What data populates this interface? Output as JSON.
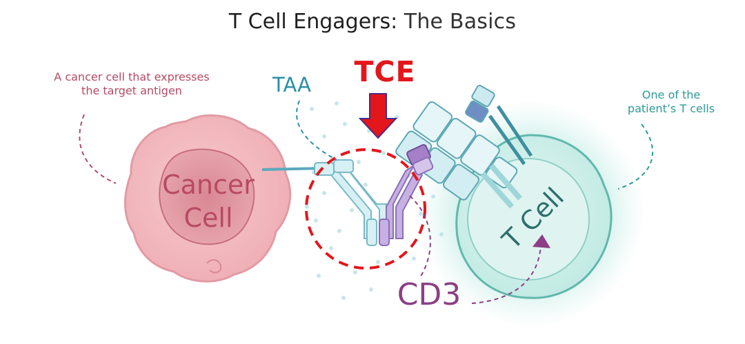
{
  "title": {
    "bold": "T Cell Engagers:",
    "light": "The Basics"
  },
  "labels": {
    "cancer_callout_line1": "A cancer cell that expresses",
    "cancer_callout_line2": "the target antigen",
    "tcell_callout_line1": "One of the",
    "tcell_callout_line2": "patient’s T cells",
    "tce": "TCE",
    "taa": "TAA",
    "cd3": "CD3",
    "cancer_cell_line1": "Cancer",
    "cancer_cell_line2": "Cell",
    "t_cell": "T Cell"
  },
  "colors": {
    "cancer": "#e8a0a7",
    "cancer_text": "#b74a64",
    "tcell": "#6ec6bb",
    "tcell_text": "#2e6f6c",
    "tce_red": "#e3161b",
    "taa_teal": "#2a8fa7",
    "cd3_purple": "#8b3f86",
    "antibody_light": "#d6f0f4",
    "antibody_purple": "#c7b0e2"
  }
}
